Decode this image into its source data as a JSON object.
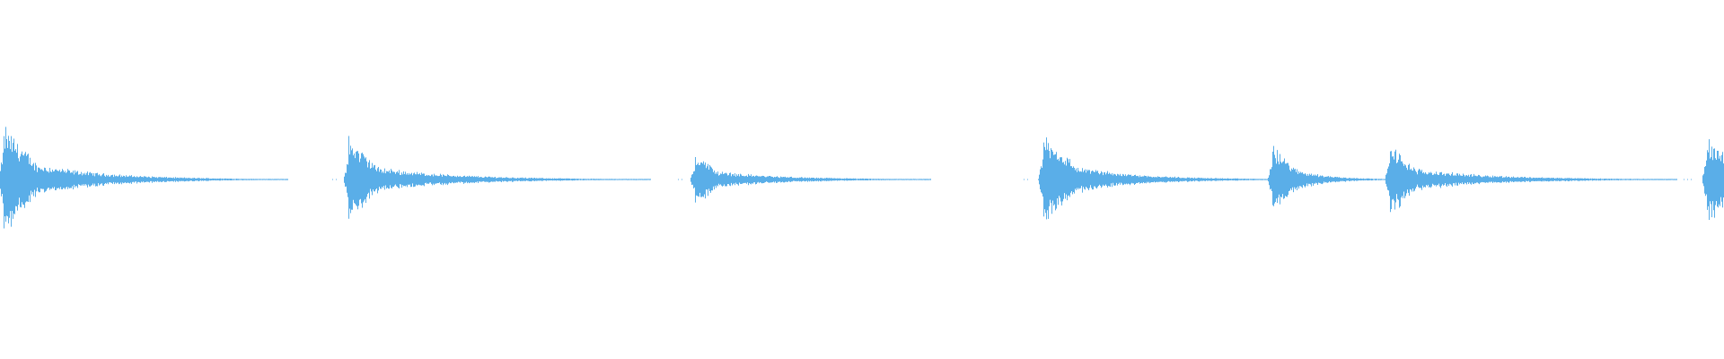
{
  "waveform": {
    "color": "#5aaee8",
    "background": "#ffffff",
    "amplitude_scale": "linear",
    "duration_fraction_visible": 1.0,
    "onsets": [
      {
        "t": 0.002,
        "peak": 0.95,
        "decay": 0.02,
        "tail": 0.145,
        "floor": 0.03
      },
      {
        "t": 0.202,
        "peak": 0.74,
        "decay": 0.018,
        "tail": 0.16,
        "floor": 0.025
      },
      {
        "t": 0.403,
        "peak": 0.48,
        "decay": 0.014,
        "tail": 0.13,
        "floor": 0.022
      },
      {
        "t": 0.605,
        "peak": 0.82,
        "decay": 0.02,
        "tail": 0.13,
        "floor": 0.022
      },
      {
        "t": 0.738,
        "peak": 0.58,
        "decay": 0.015,
        "tail": 0.06,
        "floor": 0.028
      },
      {
        "t": 0.806,
        "peak": 0.62,
        "decay": 0.016,
        "tail": 0.155,
        "floor": 0.028
      },
      {
        "t": 0.99,
        "peak": 0.78,
        "decay": 0.02,
        "tail": 0.01,
        "floor": 0.35
      }
    ]
  }
}
